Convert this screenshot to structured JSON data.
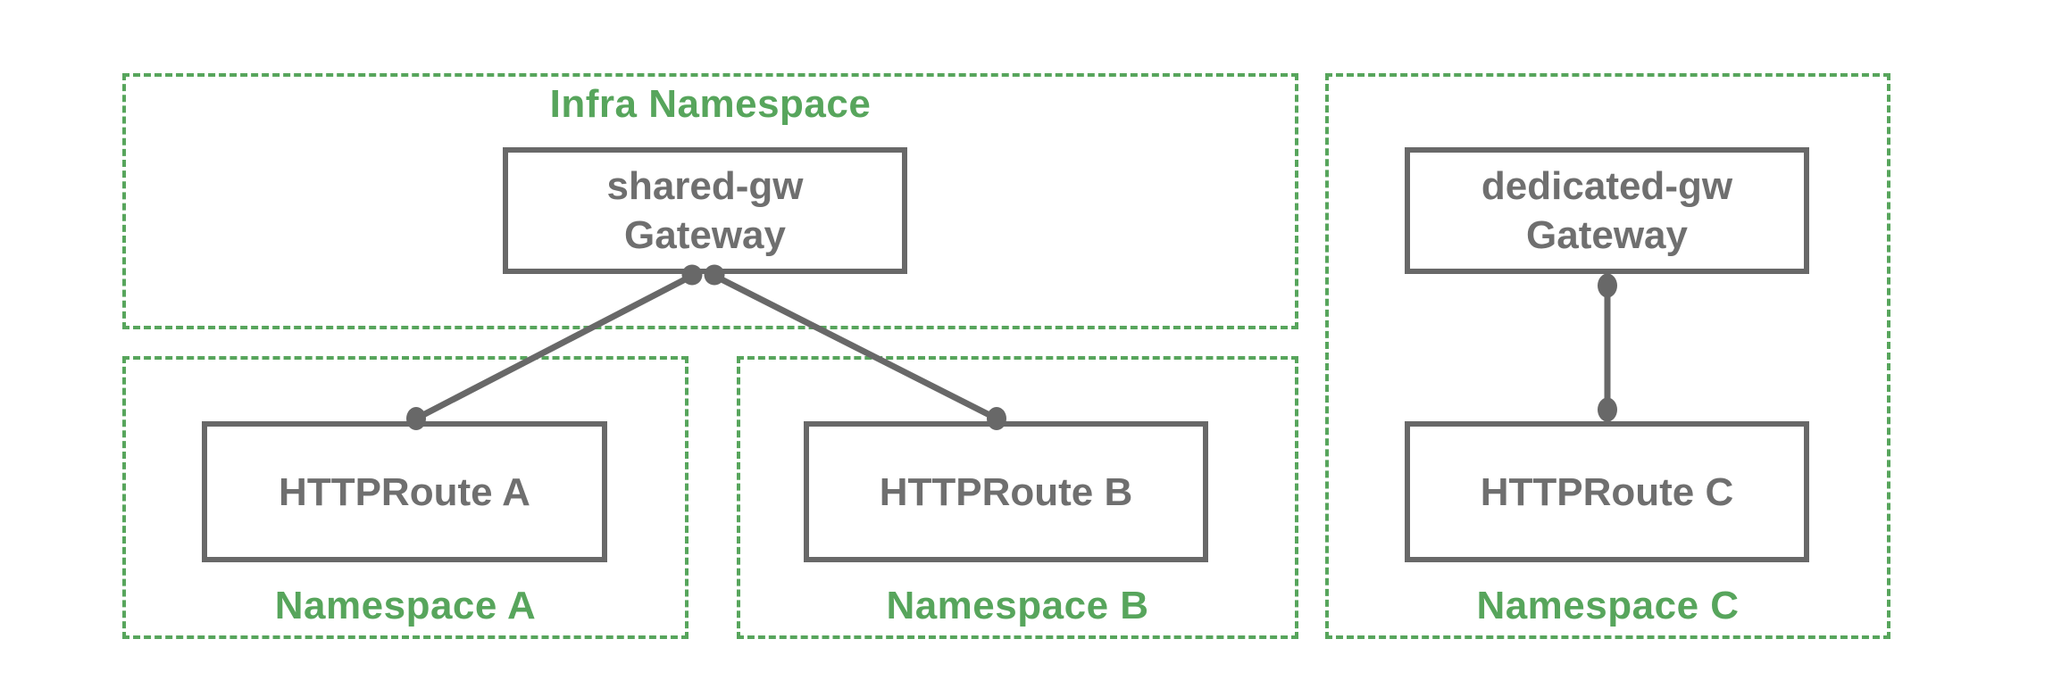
{
  "colors": {
    "green": "#57A55C",
    "gray": "#686868",
    "gray-text": "#6F6F6F",
    "bg": "#FFFFFF"
  },
  "namespaces": {
    "infra": {
      "label": "Infra Namespace"
    },
    "a": {
      "label": "Namespace A"
    },
    "b": {
      "label": "Namespace B"
    },
    "c": {
      "label": "Namespace C"
    }
  },
  "nodes": {
    "shared_gw": {
      "line1": "shared-gw",
      "line2": "Gateway"
    },
    "dedicated_gw": {
      "line1": "dedicated-gw",
      "line2": "Gateway"
    },
    "route_a": {
      "label": "HTTPRoute A"
    },
    "route_b": {
      "label": "HTTPRoute B"
    },
    "route_c": {
      "label": "HTTPRoute C"
    }
  },
  "connectors": {
    "shared_to_a": "shared-gw Gateway to HTTPRoute A",
    "shared_to_b": "shared-gw Gateway to HTTPRoute B",
    "dedicated_to_c": "dedicated-gw Gateway to HTTPRoute C"
  }
}
